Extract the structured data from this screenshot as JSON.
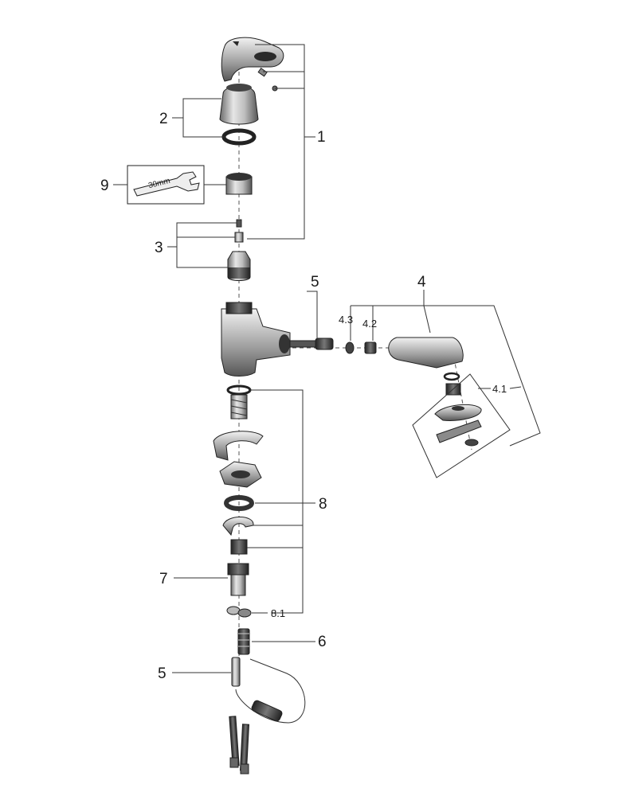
{
  "callouts": {
    "c1": "1",
    "c2": "2",
    "c3": "3",
    "c4": "4",
    "c4_1": "4.1",
    "c4_2": "4.2",
    "c4_3": "4.3",
    "c5_top": "5",
    "c5_bottom": "5",
    "c6": "6",
    "c7": "7",
    "c8": "8",
    "c8_1": "8.1",
    "c9": "9"
  },
  "wrench_label": "30mm"
}
